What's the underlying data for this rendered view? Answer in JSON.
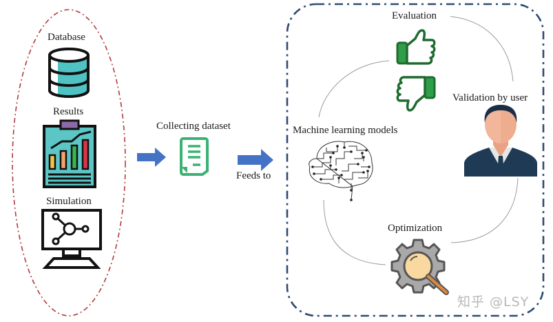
{
  "sources": {
    "database_label": "Database",
    "results_label": "Results",
    "simulation_label": "Simulation"
  },
  "pipeline": {
    "collecting_label": "Collecting dataset",
    "feeds_label": "Feeds to"
  },
  "loop": {
    "evaluation_label": "Evaluation",
    "validation_label": "Validation by user",
    "ml_label": "Machine learning models",
    "optimization_label": "Optimization"
  },
  "watermark": "知乎 @LSY",
  "colors": {
    "ellipse_border": "#b03a3a",
    "loop_border": "#2d4a73",
    "arrow": "#4472c4",
    "teal": "#4fc3c3",
    "doc_green": "#3bb273",
    "thumb_green": "#2e7d3a",
    "gear_gray": "#a9a9a9",
    "lens": "#f9d9a0",
    "suit": "#1e3a55",
    "skin": "#f2b79a"
  }
}
